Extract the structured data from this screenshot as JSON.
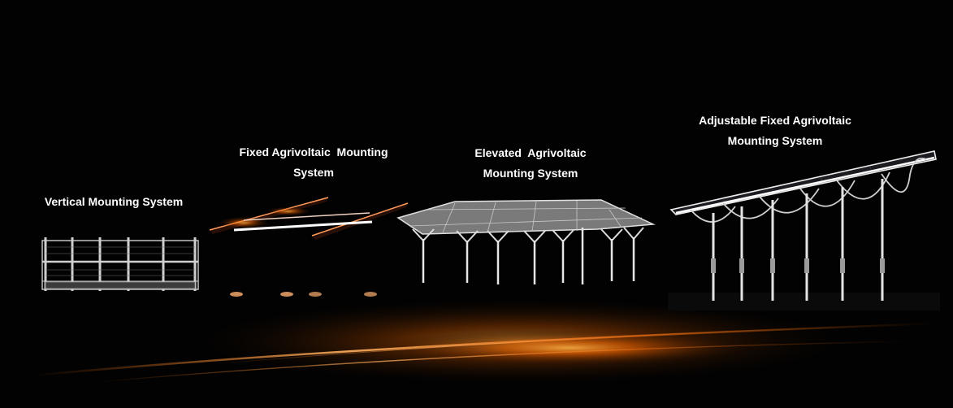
{
  "products": [
    {
      "id": "vertical",
      "title_lines": [
        "Vertical Mounting System"
      ]
    },
    {
      "id": "fixed",
      "title_lines": [
        "Fixed Agrivoltaic  Mounting",
        "System"
      ]
    },
    {
      "id": "elevated",
      "title_lines": [
        "Elevated  Agrivoltaic",
        "Mounting System"
      ]
    },
    {
      "id": "adjustable",
      "title_lines": [
        "Adjustable Fixed Agrivoltaic",
        "Mounting System"
      ]
    }
  ],
  "colors": {
    "background": "#000000",
    "text": "#ffffff",
    "glow": "#ff7a1a",
    "metal": "#d8d8d8",
    "panel": "#1e1e22"
  }
}
